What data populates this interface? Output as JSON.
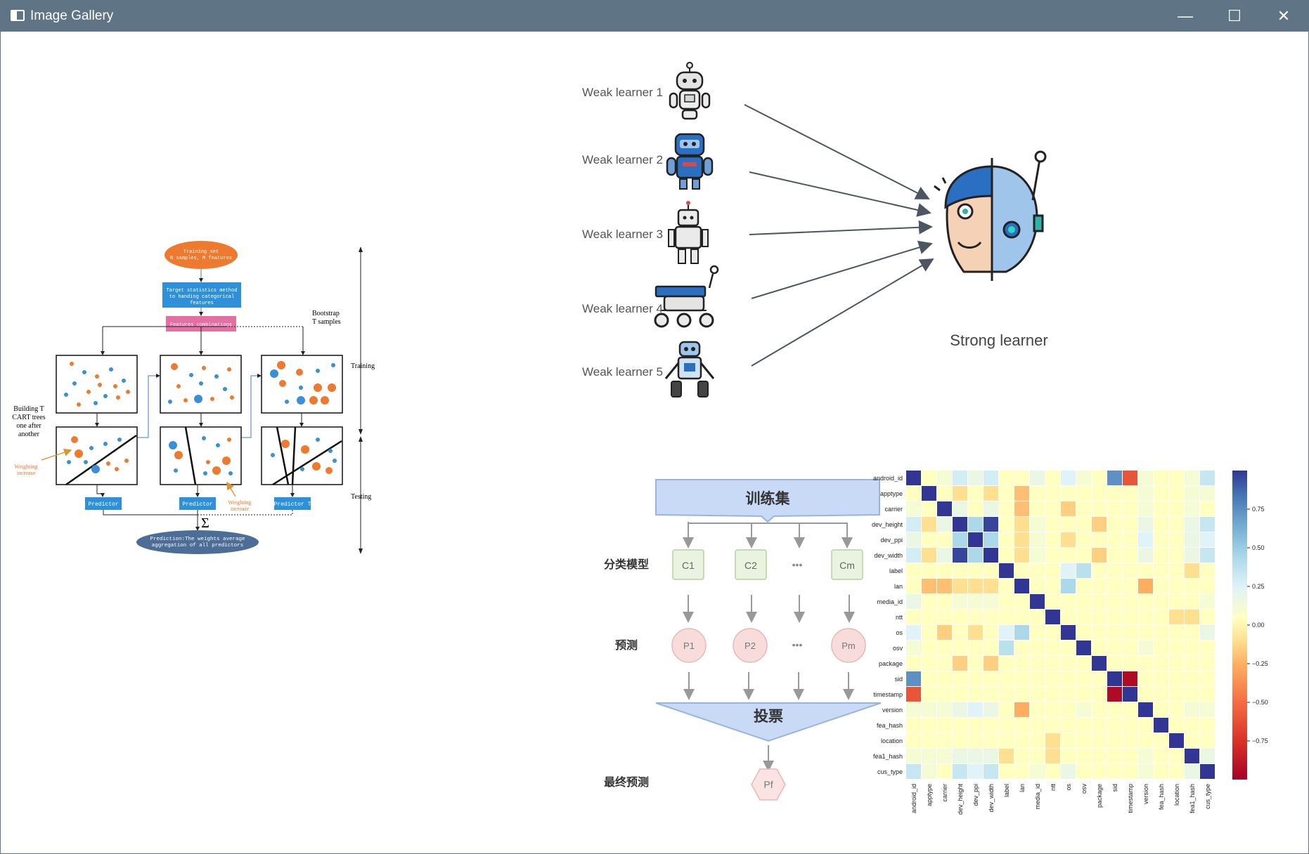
{
  "window": {
    "title": "Image Gallery",
    "min_glyph": "—",
    "max_glyph": "☐",
    "close_glyph": "✕",
    "titlebar_color": "#5f7585"
  },
  "random_forest": {
    "training_set": "Training set",
    "samples_features": "N samples, M features",
    "target_stats_l1": "Target statistics method",
    "target_stats_l2": "to handing categorical",
    "target_stats_l3": "features",
    "feature_comb": "Features combinations",
    "bootstrap_l1": "Bootstrap",
    "bootstrap_l2": "T samples",
    "training": "Training",
    "testing": "Testing",
    "building_l1": "Building T",
    "building_l2": "CART trees",
    "building_l3": "one after",
    "building_l4": "another",
    "weighting_l1": "Weighting",
    "weighting_l2": "increase",
    "weighting2_l1": "Weighting",
    "weighting2_l2": "increase",
    "predictor1": "Predictor",
    "predictor2": "Predictor",
    "predictor3": "Predictor T",
    "sigma": "Σ",
    "prediction_l1": "Prediction:The weights average",
    "prediction_l2": "aggregation of all predictors"
  },
  "ensemble": {
    "weak_learners": [
      "Weak learner 1",
      "Weak learner 2",
      "Weak learner 3",
      "Weak learner 4",
      "Weak learner 5"
    ],
    "strong_learner": "Strong learner"
  },
  "voting": {
    "train_set": "训练集",
    "classifier_label": "分类模型",
    "predict_label": "预测",
    "final_label": "最终预测",
    "models": [
      "C1",
      "C2",
      "•••",
      "Cm"
    ],
    "predictions": [
      "P1",
      "P2",
      "•••",
      "Pm"
    ],
    "vote": "投票",
    "final": "Pf"
  },
  "heatmap": {
    "chart_data": {
      "type": "heatmap",
      "title": "",
      "labels": [
        "android_id",
        "apptype",
        "carrier",
        "dev_height",
        "dev_ppi",
        "dev_width",
        "label",
        "lan",
        "media_id",
        "ntt",
        "os",
        "osv",
        "package",
        "sid",
        "timestamp",
        "version",
        "fea_hash",
        "location",
        "fea1_hash",
        "cus_type"
      ],
      "colorbar_ticks": [
        0.75,
        0.5,
        0.25,
        0.0,
        -0.25,
        -0.5,
        -0.75
      ],
      "colorbar_tick_labels": [
        "0.75",
        "0.50",
        "0.25",
        "0.00",
        "−0.25",
        "−0.50",
        "−0.75"
      ],
      "vmin": -1,
      "vmax": 1,
      "matrix": [
        [
          1,
          0.05,
          0.1,
          0.25,
          0.15,
          0.25,
          0.05,
          0.05,
          0.15,
          0.05,
          0.2,
          0.1,
          0.05,
          0.7,
          -0.6,
          0.1,
          0.05,
          0.05,
          0.1,
          0.3
        ],
        [
          0.05,
          1,
          0.05,
          -0.1,
          0.05,
          -0.1,
          0.05,
          -0.2,
          0.05,
          0.05,
          0.05,
          0.05,
          0.05,
          0.05,
          0.05,
          0.1,
          0.05,
          0.05,
          0.1,
          0.1
        ],
        [
          0.1,
          0.05,
          1,
          0.15,
          0.05,
          0.15,
          0.05,
          -0.2,
          0.05,
          0.05,
          -0.15,
          0.05,
          0.05,
          0.05,
          0.05,
          0.1,
          0.05,
          0.05,
          0.1,
          0.05
        ],
        [
          0.25,
          -0.1,
          0.15,
          1,
          0.4,
          0.95,
          0.05,
          -0.1,
          0.1,
          0.05,
          0.05,
          0.05,
          -0.15,
          0.05,
          0.05,
          0.15,
          0.05,
          0.05,
          0.15,
          0.3
        ],
        [
          0.15,
          0.05,
          0.05,
          0.4,
          1,
          0.4,
          0.05,
          -0.1,
          0.1,
          0.05,
          -0.1,
          0.05,
          0.05,
          0.05,
          0.05,
          0.2,
          0.05,
          0.05,
          0.15,
          0.2
        ],
        [
          0.25,
          -0.1,
          0.15,
          0.95,
          0.4,
          1,
          0.05,
          -0.1,
          0.1,
          0.05,
          0.05,
          0.05,
          -0.15,
          0.05,
          0.05,
          0.15,
          0.05,
          0.05,
          0.15,
          0.3
        ],
        [
          0.05,
          0.05,
          0.05,
          0.05,
          0.05,
          0.05,
          1,
          0.05,
          0.05,
          0.05,
          0.2,
          0.35,
          0.05,
          0.05,
          0.05,
          0.05,
          0.05,
          0.05,
          -0.1,
          0.05
        ],
        [
          0.05,
          -0.2,
          -0.2,
          -0.1,
          -0.1,
          -0.1,
          0.05,
          1,
          0.05,
          0.05,
          0.4,
          0.05,
          0.05,
          0.05,
          0.05,
          -0.25,
          0.05,
          0.05,
          0.05,
          0.05
        ],
        [
          0.15,
          0.05,
          0.05,
          0.1,
          0.1,
          0.1,
          0.05,
          0.05,
          1,
          0.05,
          0.05,
          0.05,
          0.05,
          0.05,
          0.05,
          0.05,
          0.05,
          0.05,
          0.05,
          0.1
        ],
        [
          0.05,
          0.05,
          0.05,
          0.05,
          0.05,
          0.05,
          0.05,
          0.05,
          0.05,
          1,
          0.05,
          0.05,
          0.05,
          0.05,
          0.05,
          0.05,
          0.05,
          -0.1,
          -0.1,
          0.05
        ],
        [
          0.2,
          0.05,
          -0.15,
          0.05,
          -0.1,
          0.05,
          0.2,
          0.4,
          0.05,
          0.05,
          1,
          0.05,
          0.05,
          0.05,
          0.05,
          0.05,
          0.05,
          0.05,
          0.05,
          0.15
        ],
        [
          0.1,
          0.05,
          0.05,
          0.05,
          0.05,
          0.05,
          0.35,
          0.05,
          0.05,
          0.05,
          0.05,
          1,
          0.05,
          0.05,
          0.05,
          0.1,
          0.05,
          0.05,
          0.05,
          0.05
        ],
        [
          0.05,
          0.05,
          0.05,
          -0.15,
          0.05,
          -0.15,
          0.05,
          0.05,
          0.05,
          0.05,
          0.05,
          0.05,
          1,
          0.05,
          0.05,
          0.05,
          0.05,
          0.05,
          0.05,
          0.05
        ],
        [
          0.7,
          0.05,
          0.05,
          0.05,
          0.05,
          0.05,
          0.05,
          0.05,
          0.05,
          0.05,
          0.05,
          0.05,
          0.05,
          1,
          -0.95,
          0.05,
          0.05,
          0.05,
          0.05,
          0.05
        ],
        [
          -0.6,
          0.05,
          0.05,
          0.05,
          0.05,
          0.05,
          0.05,
          0.05,
          0.05,
          0.05,
          0.05,
          0.05,
          0.05,
          -0.95,
          1,
          0.05,
          0.05,
          0.05,
          0.05,
          0.05
        ],
        [
          0.1,
          0.1,
          0.1,
          0.15,
          0.2,
          0.15,
          0.05,
          -0.25,
          0.05,
          0.05,
          0.05,
          0.1,
          0.05,
          0.05,
          0.05,
          1,
          0.05,
          0.05,
          0.1,
          0.1
        ],
        [
          0.05,
          0.05,
          0.05,
          0.05,
          0.05,
          0.05,
          0.05,
          0.05,
          0.05,
          0.05,
          0.05,
          0.05,
          0.05,
          0.05,
          0.05,
          0.05,
          1,
          0.05,
          0.05,
          0.05
        ],
        [
          0.05,
          0.05,
          0.05,
          0.05,
          0.05,
          0.05,
          0.05,
          0.05,
          0.05,
          -0.1,
          0.05,
          0.05,
          0.05,
          0.05,
          0.05,
          0.05,
          0.05,
          1,
          0.05,
          0.05
        ],
        [
          0.1,
          0.1,
          0.1,
          0.15,
          0.15,
          0.15,
          -0.1,
          0.05,
          0.05,
          -0.1,
          0.05,
          0.05,
          0.05,
          0.05,
          0.05,
          0.1,
          0.05,
          0.05,
          1,
          0.15
        ],
        [
          0.3,
          0.1,
          0.05,
          0.3,
          0.2,
          0.3,
          0.05,
          0.05,
          0.1,
          0.05,
          0.15,
          0.05,
          0.05,
          0.05,
          0.05,
          0.1,
          0.05,
          0.05,
          0.15,
          1
        ]
      ]
    }
  }
}
